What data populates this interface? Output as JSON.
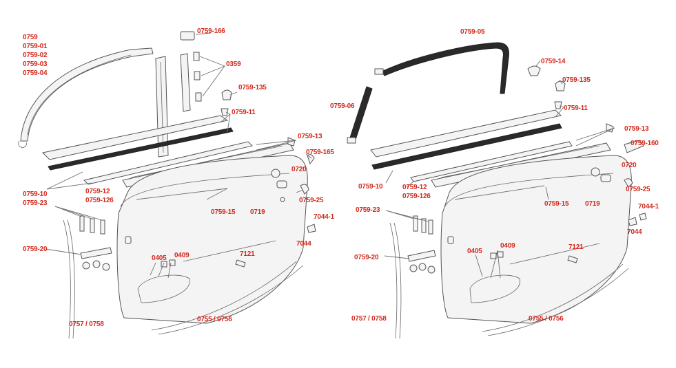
{
  "colors": {
    "label": "#d42a1e",
    "line": "#6f6f6f",
    "part_fill": "#f4f4f4",
    "seal_dark": "#2a2a2a"
  },
  "left": {
    "labels": {
      "l0759": "0759",
      "l075901": "0759-01",
      "l075902": "0759-02",
      "l075903": "0759-03",
      "l075904": "0759-04",
      "l0759166": "0759-166",
      "l0359": "0359",
      "l0759135": "0759-135",
      "l075911": "0759-11",
      "l075913": "0759-13",
      "l0759165": "0759-165",
      "l0720": "0720",
      "l075910": "0759-10",
      "l075923": "0759-23",
      "l075912": "0759-12",
      "l0759126": "0759-126",
      "l075925": "0759-25",
      "l075915": "0759-15",
      "l0719": "0719",
      "l70441": "7044-1",
      "l7044": "7044",
      "l075920": "0759-20",
      "l0405": "0405",
      "l0409": "0409",
      "l7121": "7121",
      "l0757": "0757 / 0758",
      "l0755": "0755 / 0756"
    }
  },
  "right": {
    "labels": {
      "l075905": "0759-05",
      "l075914": "0759-14",
      "l0759135": "0759-135",
      "l075906": "0759-06",
      "l075911": "0759-11",
      "l075913": "0759-13",
      "l0759160": "0759-160",
      "l0720": "0720",
      "l075910": "0759-10",
      "l075912": "0759-12",
      "l0759126": "0759-126",
      "l075925": "0759-25",
      "l075915": "0759-15",
      "l0719": "0719",
      "l70441": "7044-1",
      "l7044": "7044",
      "l075923": "0759-23",
      "l0405": "0405",
      "l0409": "0409",
      "l7121": "7121",
      "l075920": "0759-20",
      "l0757": "0757 / 0758",
      "l0755": "0755 / 0756"
    }
  }
}
